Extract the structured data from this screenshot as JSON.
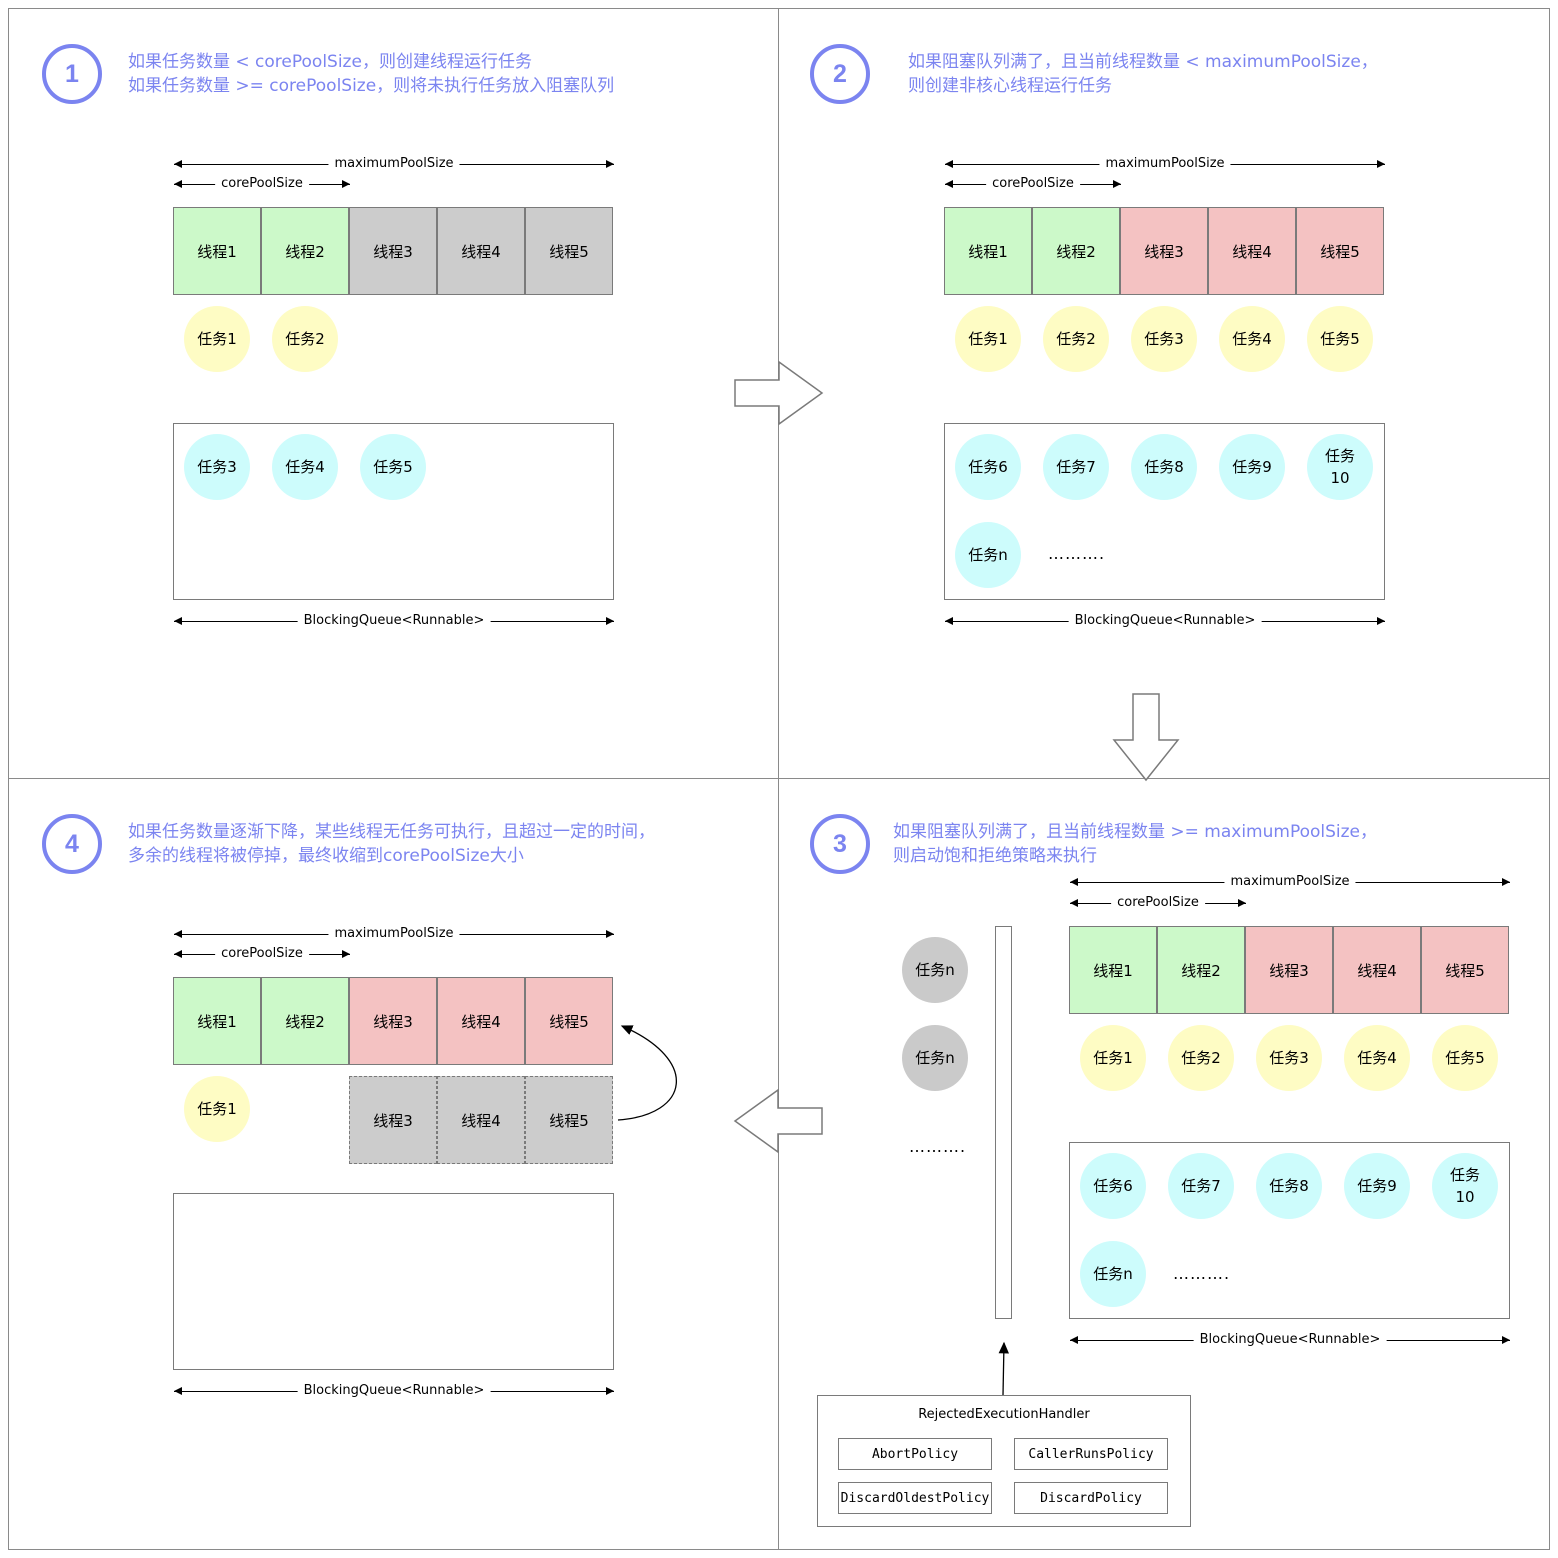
{
  "panel1": {
    "num": "1",
    "title": "如果任务数量 < corePoolSize，则创建线程运行任务\n如果任务数量 >= corePoolSize，则将未执行任务放入阻塞队列",
    "max_label": "maximumPoolSize",
    "core_label": "corePoolSize",
    "threads": [
      "线程1",
      "线程2",
      "线程3",
      "线程4",
      "线程5"
    ],
    "running": [
      "任务1",
      "任务2"
    ],
    "queued": [
      "任务3",
      "任务4",
      "任务5"
    ],
    "queue_label": "BlockingQueue<Runnable>"
  },
  "panel2": {
    "num": "2",
    "title": "如果阻塞队列满了，且当前线程数量 < maximumPoolSize，\n则创建非核心线程运行任务",
    "max_label": "maximumPoolSize",
    "core_label": "corePoolSize",
    "threads": [
      "线程1",
      "线程2",
      "线程3",
      "线程4",
      "线程5"
    ],
    "running": [
      "任务1",
      "任务2",
      "任务3",
      "任务4",
      "任务5"
    ],
    "queued": [
      "任务6",
      "任务7",
      "任务8",
      "任务9",
      "任务\n10",
      "任务n"
    ],
    "ellipsis": "……….",
    "queue_label": "BlockingQueue<Runnable>"
  },
  "panel3": {
    "num": "3",
    "title": "如果阻塞队列满了，且当前线程数量 >= maximumPoolSize，\n则启动饱和拒绝策略来执行",
    "max_label": "maximumPoolSize",
    "core_label": "corePoolSize",
    "threads": [
      "线程1",
      "线程2",
      "线程3",
      "线程4",
      "线程5"
    ],
    "running": [
      "任务1",
      "任务2",
      "任务3",
      "任务4",
      "任务5"
    ],
    "queued": [
      "任务6",
      "任务7",
      "任务8",
      "任务9",
      "任务\n10",
      "任务n"
    ],
    "ellipsis": "……….",
    "rejected": [
      "任务n",
      "任务n"
    ],
    "rejected_ellipsis": "……….",
    "queue_label": "BlockingQueue<Runnable>",
    "handler": {
      "title": "RejectedExecutionHandler",
      "policies": [
        "AbortPolicy",
        "CallerRunsPolicy",
        "DiscardOldestPolicy",
        "DiscardPolicy"
      ]
    }
  },
  "panel4": {
    "num": "4",
    "title": "如果任务数量逐渐下降，某些线程无任务可执行，且超过一定的时间，\n多余的线程将被停掉，最终收缩到corePoolSize大小",
    "max_label": "maximumPoolSize",
    "core_label": "corePoolSize",
    "threads": [
      "线程1",
      "线程2",
      "线程3",
      "线程4",
      "线程5"
    ],
    "stopped": [
      "线程3",
      "线程4",
      "线程5"
    ],
    "running": [
      "任务1"
    ],
    "queue_label": "BlockingQueue<Runnable>"
  },
  "colors": {
    "accent": "#7b84f0",
    "core_thread": "#ccf9c9",
    "idle_thread": "#cccccc",
    "nonCore_thread": "#f4c2c2",
    "running_task": "#fefcc4",
    "queued_task": "#cdfcfc",
    "rejected_task": "#cacaca"
  }
}
